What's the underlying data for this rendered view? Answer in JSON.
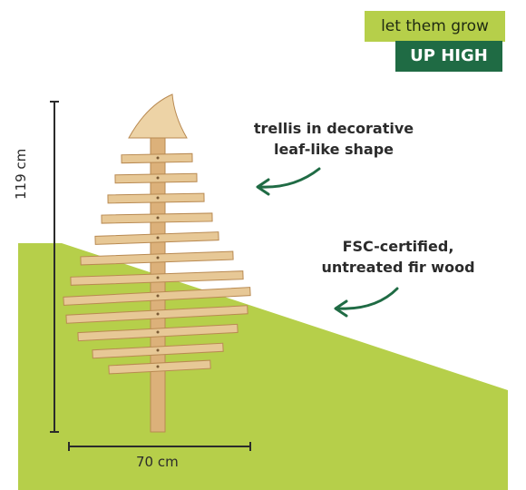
{
  "badge": {
    "tagline": "let them grow",
    "headline": "UP HIGH"
  },
  "callouts": {
    "shape": [
      "trellis in decorative",
      "leaf-like shape"
    ],
    "material": [
      "FSC-certified,",
      "untreated fir wood"
    ]
  },
  "dimensions": {
    "height": "119 cm",
    "width": "70 cm"
  },
  "colors": {
    "accent_green": "#b6cf4a",
    "brand_green": "#1f6b44",
    "wood": "#e4c293"
  },
  "icons": [
    "arrow-icon"
  ]
}
